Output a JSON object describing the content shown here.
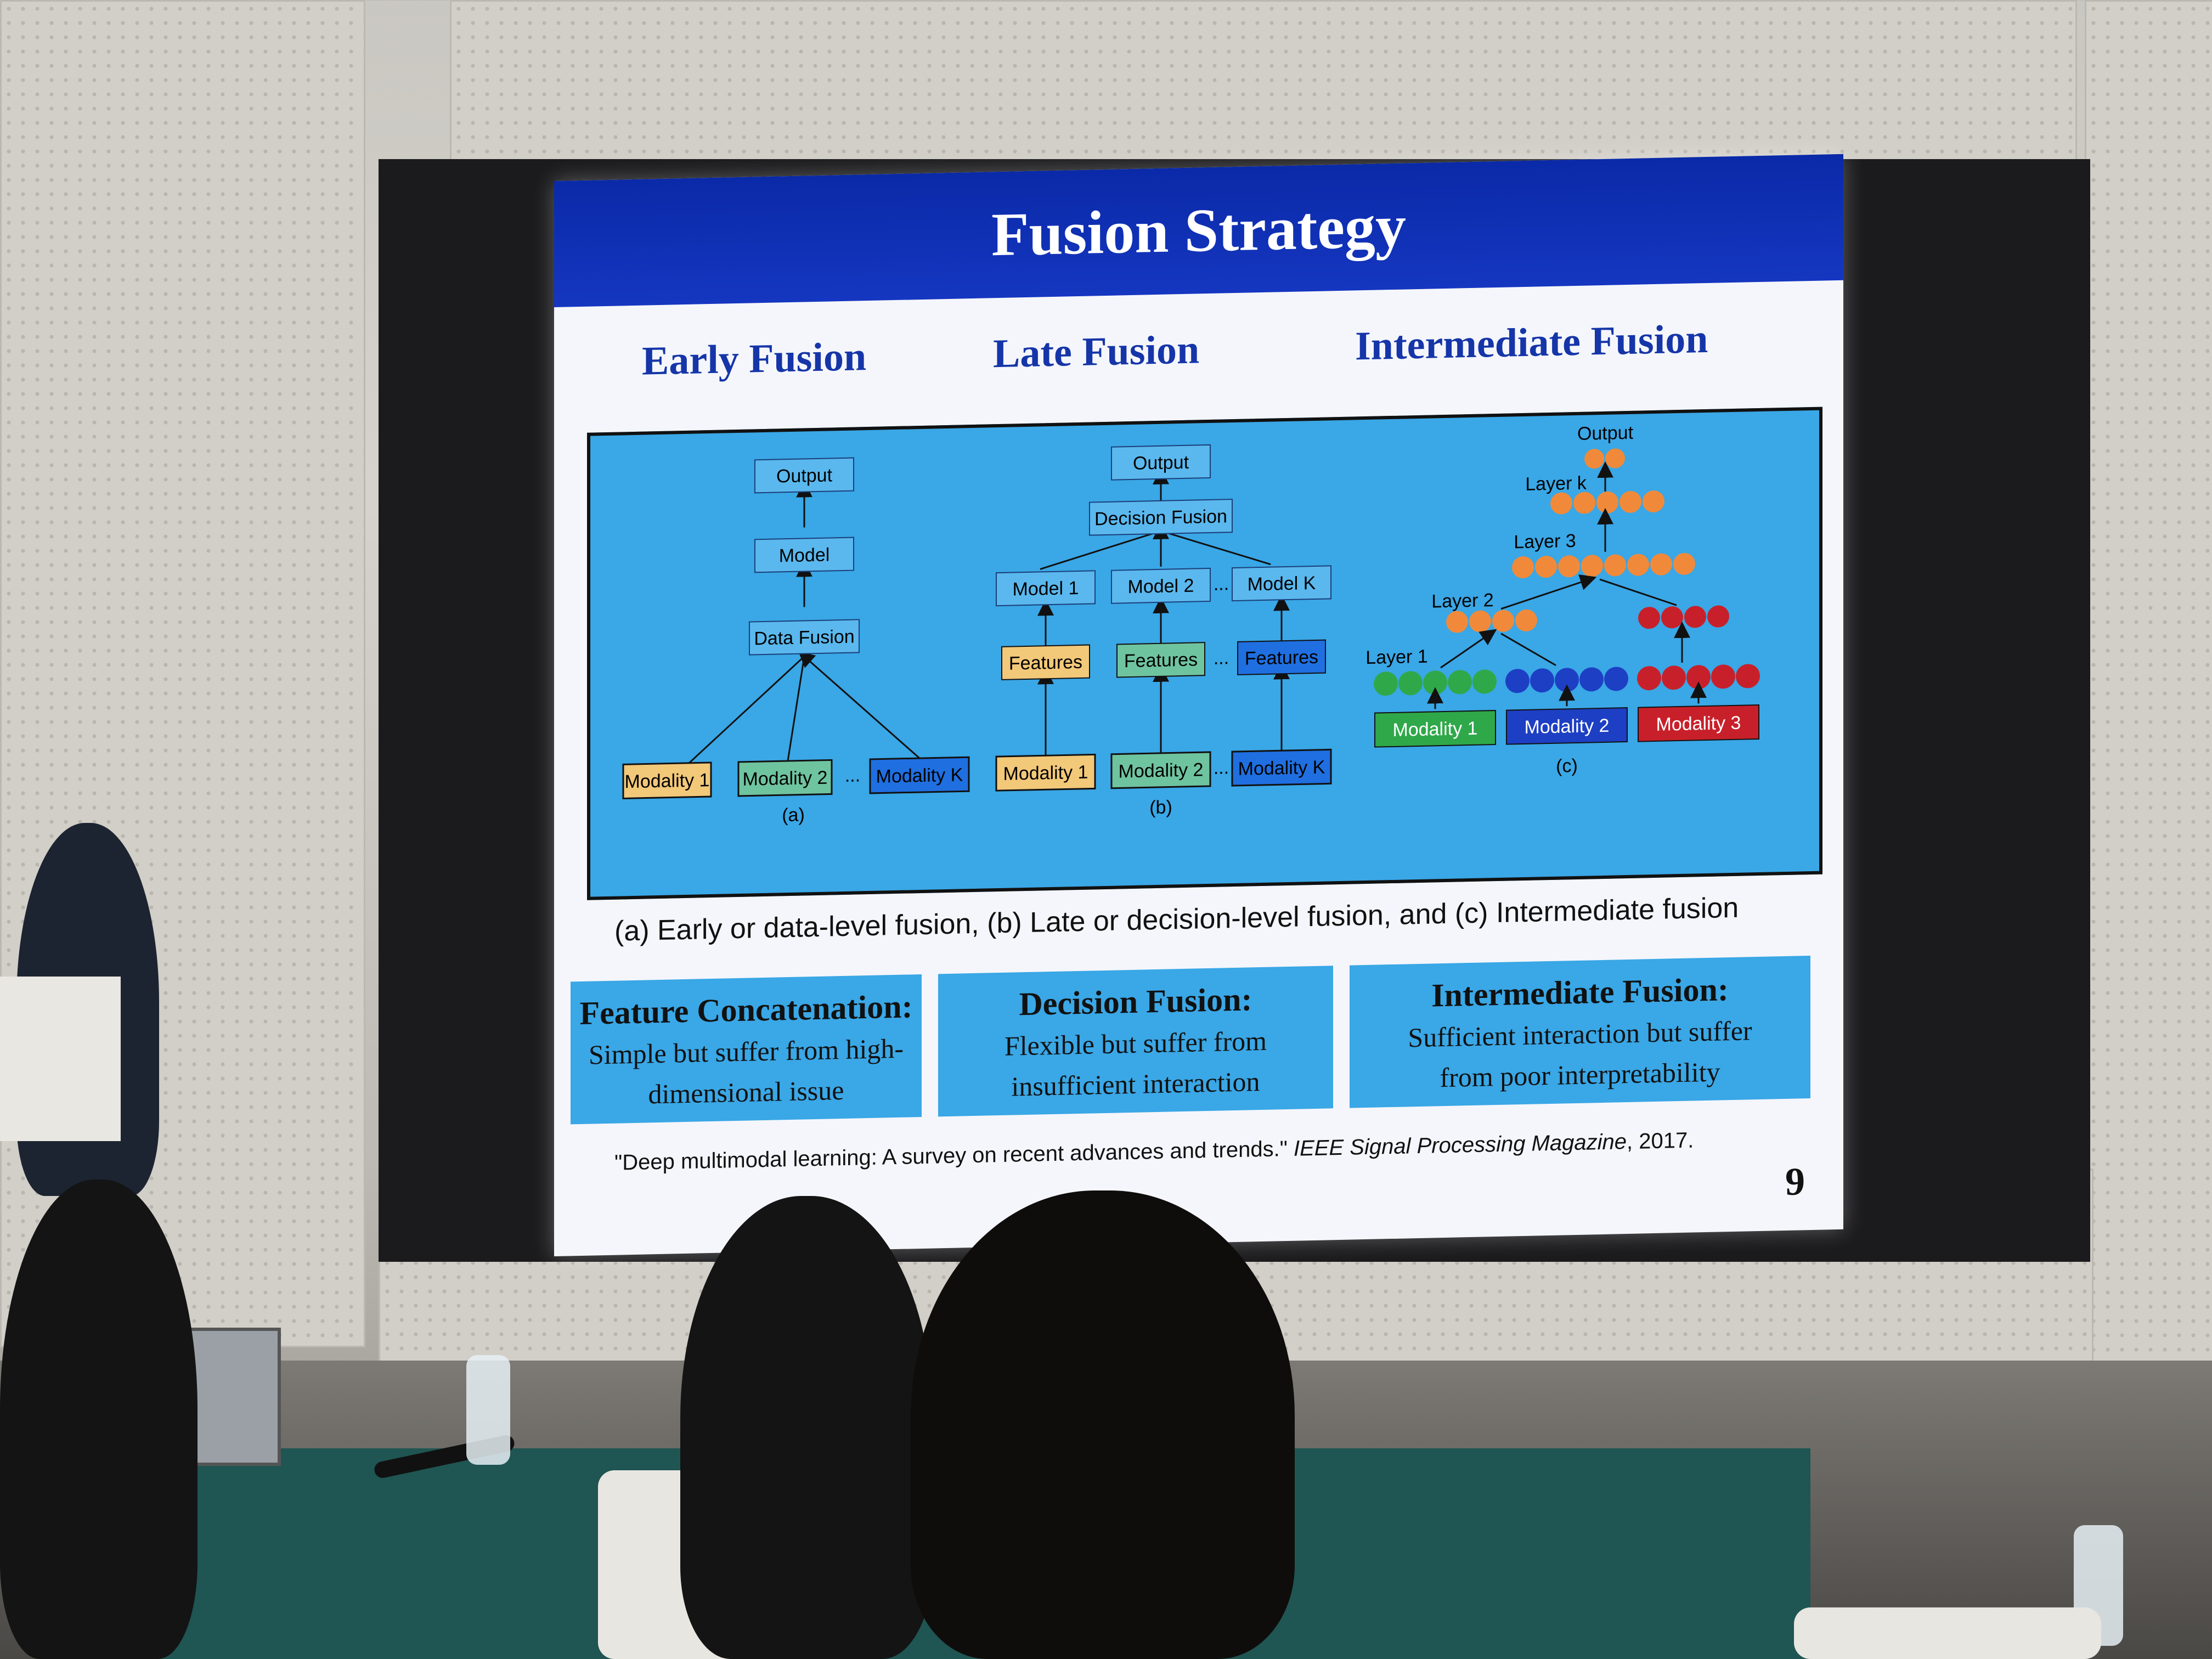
{
  "slide": {
    "title": "Fusion Strategy",
    "headings": [
      "Early Fusion",
      "Late Fusion",
      "Intermediate Fusion"
    ],
    "caption": "(a) Early or data-level fusion, (b) Late or decision-level fusion, and (c) Intermediate fusion",
    "summaries": [
      {
        "title": "Feature Concatenation:",
        "body_line1": "Simple but suffer from high-",
        "body_line2": "dimensional issue"
      },
      {
        "title": "Decision Fusion:",
        "body_line1": "Flexible but suffer from",
        "body_line2": "insufficient interaction"
      },
      {
        "title": "Intermediate Fusion:",
        "body_line1": "Sufficient interaction but suffer",
        "body_line2": "from poor interpretability"
      }
    ],
    "reference_plain": "\"Deep multimodal learning: A survey on recent advances and trends.\"",
    "reference_italic": "IEEE Signal Processing Magazine",
    "reference_year": ", 2017.",
    "page_number": "9"
  },
  "diagram": {
    "early": {
      "output": "Output",
      "model": "Model",
      "fusion": "Data Fusion",
      "modalities": [
        "Modality 1",
        "Modality 2",
        "Modality K"
      ],
      "ellipsis": "...",
      "label": "(a)"
    },
    "late": {
      "output": "Output",
      "fusion": "Decision Fusion",
      "models": [
        "Model 1",
        "Model 2",
        "Model K"
      ],
      "features": [
        "Features",
        "Features",
        "Features"
      ],
      "modalities": [
        "Modality 1",
        "Modality 2",
        "Modality K"
      ],
      "ellipsis": "...",
      "label": "(b)"
    },
    "intermediate": {
      "output": "Output",
      "layers": [
        "Layer k",
        "Layer 3",
        "Layer 2",
        "Layer 1"
      ],
      "modalities": [
        "Modality 1",
        "Modality 2",
        "Modality 3"
      ],
      "label": "(c)"
    },
    "colors": {
      "modality1": "#f2c879",
      "modality2": "#6fc4a0",
      "modalityK": "#1f6fe0",
      "green": "#2fa84a",
      "blue": "#1d3fc4",
      "red": "#c8202a",
      "orange": "#f08a3a",
      "node_box": "#3aa7e6"
    }
  }
}
